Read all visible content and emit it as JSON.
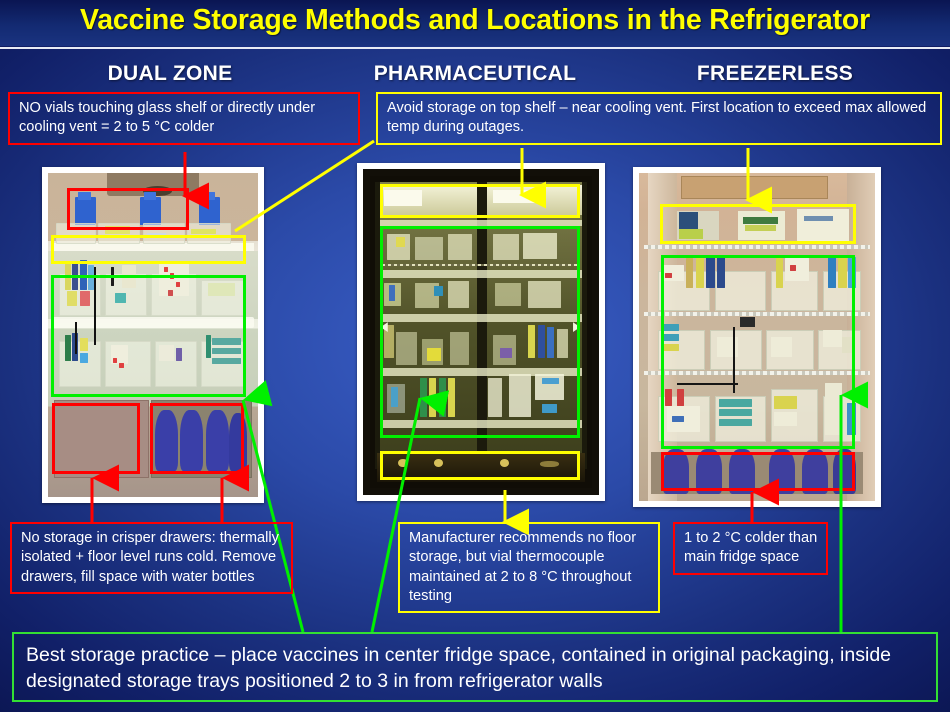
{
  "slide": {
    "title": "Vaccine Storage Methods and Locations in the Refrigerator",
    "title_color": "#ffff00",
    "background_color": "#1b3180",
    "accent_red": "#ff0000",
    "accent_yellow": "#ffff00",
    "accent_green": "#00f000"
  },
  "columns": [
    {
      "id": "dual-zone",
      "label": "DUAL ZONE"
    },
    {
      "id": "pharmaceutical",
      "label": "PHARMACEUTICAL"
    },
    {
      "id": "freezerless",
      "label": "FREEZERLESS"
    }
  ],
  "callouts": {
    "top_left": {
      "color": "#ff0000",
      "text": "NO vials touching glass shelf  or directly under cooling vent = 2 to 5 °C colder"
    },
    "top_right": {
      "color": "#ffff00",
      "text": "Avoid storage on top shelf – near cooling vent. First location to exceed max allowed temp during outages."
    },
    "bottom_left": {
      "color": "#ff0000",
      "text": "No storage in crisper drawers: thermally isolated + floor level runs cold. Remove drawers, fill space with water bottles"
    },
    "bottom_middle": {
      "color": "#ffff00",
      "text": "Manufacturer recommends no floor storage, but vial thermocouple maintained at 2 to 8 °C throughout testing"
    },
    "bottom_right": {
      "color": "#ff0000",
      "text": "1 to 2 °C colder than main fridge space"
    },
    "banner": {
      "color": "#00f000",
      "text": "Best storage practice – place vaccines in center fridge space, contained in original packaging, inside designated storage trays positioned 2 to 3 in from refrigerator walls"
    }
  },
  "photos": [
    {
      "id": "dual-zone-photo",
      "caption_column": "DUAL ZONE",
      "highlight_regions": [
        {
          "color": "#ff0000",
          "zone": "top-shelf-water-bottles"
        },
        {
          "color": "#ffff00",
          "zone": "upper-shelf-vial-trays"
        },
        {
          "color": "#00f000",
          "zone": "center-fridge-storage-trays"
        },
        {
          "color": "#ff0000",
          "zone": "left-crisper-drawer"
        },
        {
          "color": "#ff0000",
          "zone": "right-crisper-water-bottles"
        }
      ]
    },
    {
      "id": "pharmaceutical-photo",
      "caption_column": "PHARMACEUTICAL",
      "highlight_regions": [
        {
          "color": "#ffff00",
          "zone": "top-shelf-near-cooling-vent"
        },
        {
          "color": "#00f000",
          "zone": "center-shelves-storage"
        },
        {
          "color": "#ffff00",
          "zone": "floor-storage-area"
        }
      ]
    },
    {
      "id": "freezerless-photo",
      "caption_column": "FREEZERLESS",
      "highlight_regions": [
        {
          "color": "#ffff00",
          "zone": "top-shelf-near-cooling-vent"
        },
        {
          "color": "#00f000",
          "zone": "center-fridge-storage-trays"
        },
        {
          "color": "#ff0000",
          "zone": "bottom-shelf-water-bottles"
        }
      ]
    }
  ]
}
